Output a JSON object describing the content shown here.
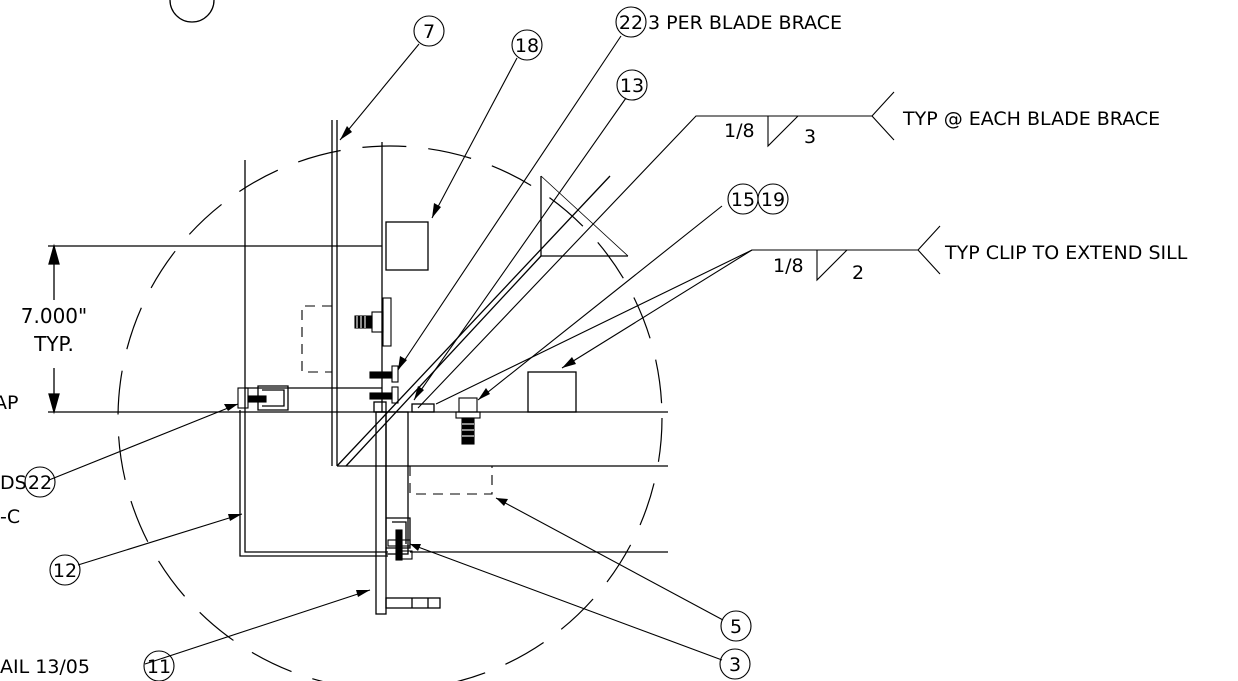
{
  "drawing": {
    "line_color": "#000000",
    "background": "#ffffff",
    "callouts": {
      "c7": "7",
      "c18": "18",
      "c22_top": "22",
      "c13": "13",
      "c15": "15",
      "c19": "19",
      "c22_left": "22",
      "c12": "12",
      "c5": "5",
      "c3": "3",
      "c11": "11"
    },
    "notes": {
      "blade_brace_qty": "3 PER BLADE BRACE",
      "weld1_size": "1/8",
      "weld1_length": "3",
      "weld1_note": "TYP @ EACH BLADE BRACE",
      "weld2_size": "1/8",
      "weld2_length": "2",
      "weld2_note": "TYP CLIP TO EXTEND SILL",
      "dimension_value": "7.000\"",
      "dimension_typ": "TYP.",
      "left_frag_ap": "AP",
      "left_frag_ds": "DS",
      "left_frag_c": "-C",
      "detail_ref": "AIL 13/05"
    }
  }
}
